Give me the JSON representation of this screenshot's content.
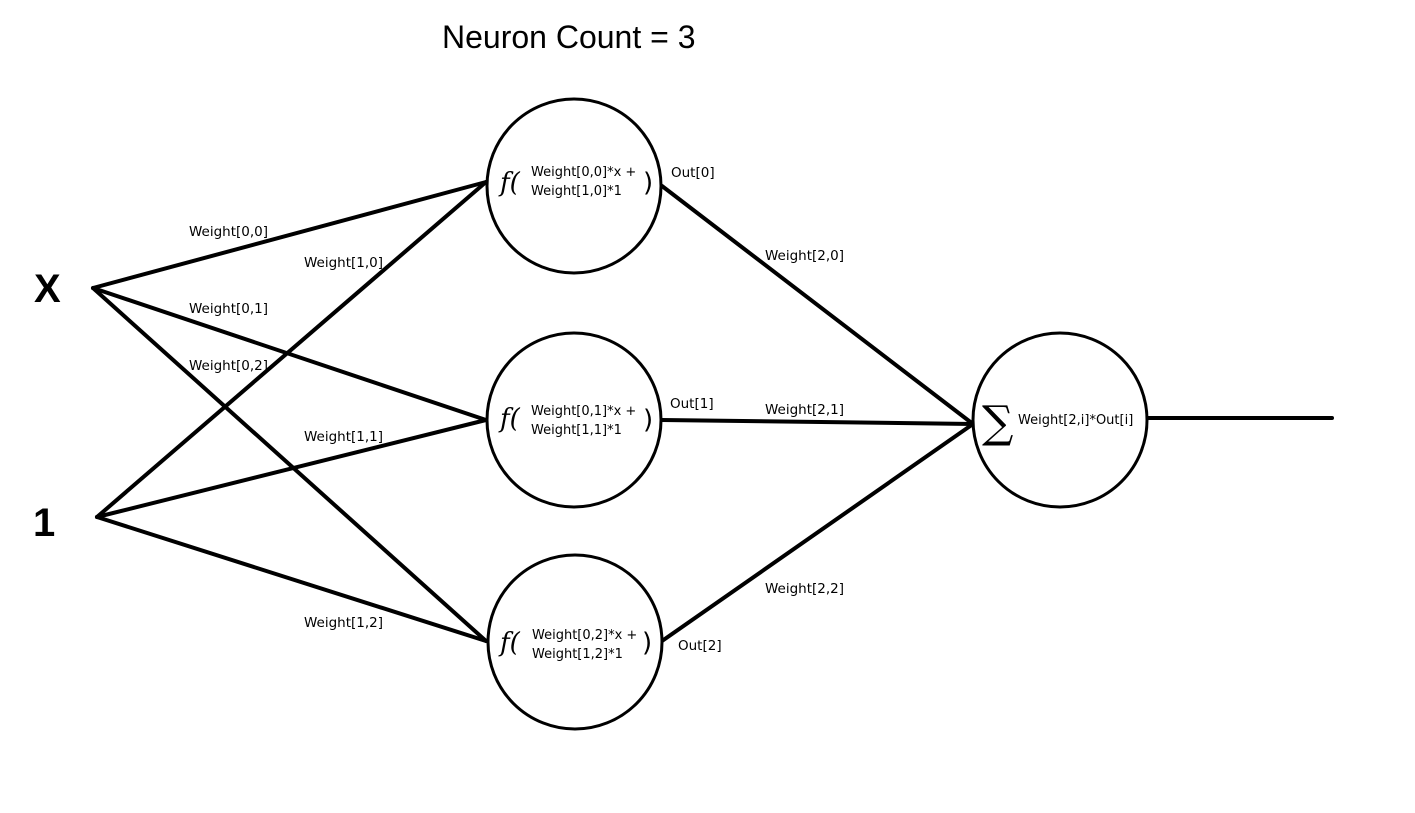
{
  "title": "Neuron Count = 3",
  "inputs": {
    "x_label": "X",
    "bias_label": "1"
  },
  "hidden_neurons": [
    {
      "func_symbol": "f(",
      "line1": "Weight[0,0]*x +",
      "line2": "Weight[1,0]*1",
      "close": ")",
      "out_label": "Out[0]"
    },
    {
      "func_symbol": "f(",
      "line1": "Weight[0,1]*x +",
      "line2": "Weight[1,1]*1",
      "close": ")",
      "out_label": "Out[1]"
    },
    {
      "func_symbol": "f(",
      "line1": "Weight[0,2]*x +",
      "line2": "Weight[1,2]*1",
      "close": ")",
      "out_label": "Out[2]"
    }
  ],
  "input_weights": {
    "w00": "Weight[0,0]",
    "w10": "Weight[1,0]",
    "w01": "Weight[0,1]",
    "w02": "Weight[0,2]",
    "w11": "Weight[1,1]",
    "w12": "Weight[1,2]"
  },
  "output_weights": {
    "w20": "Weight[2,0]",
    "w21": "Weight[2,1]",
    "w22": "Weight[2,2]"
  },
  "output_neuron": {
    "sigma": "∑",
    "expression": "Weight[2,i]*Out[i]"
  }
}
